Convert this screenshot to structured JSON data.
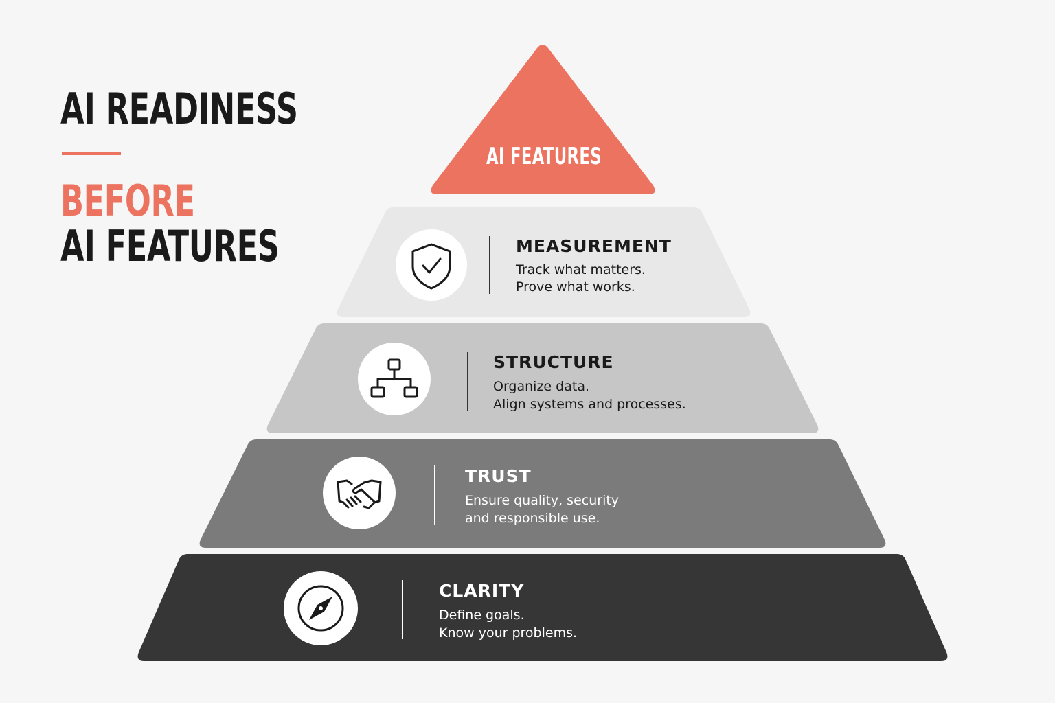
{
  "header": {
    "title": "AI READINESS",
    "subtitle_accent": "BEFORE",
    "subtitle_main": "AI FEATURES"
  },
  "apex": {
    "label": "AI FEATURES"
  },
  "tiers": [
    {
      "title": "MEASUREMENT",
      "lines": [
        "Track what matters.",
        "Prove what works."
      ],
      "icon": "shield-check-icon",
      "fill": "#e8e8e8",
      "text_color": "#1a1a1a",
      "rule_color": "#333333"
    },
    {
      "title": "STRUCTURE",
      "lines": [
        "Organize data.",
        "Align systems and processes."
      ],
      "icon": "hierarchy-icon",
      "fill": "#c6c6c6",
      "text_color": "#1a1a1a",
      "rule_color": "#333333"
    },
    {
      "title": "TRUST",
      "lines": [
        "Ensure quality, security",
        "and responsible use."
      ],
      "icon": "handshake-icon",
      "fill": "#7b7b7b",
      "text_color": "#ffffff",
      "rule_color": "#ffffff"
    },
    {
      "title": "CLARITY",
      "lines": [
        "Define goals.",
        "Know your problems."
      ],
      "icon": "compass-icon",
      "fill": "#363636",
      "text_color": "#ffffff",
      "rule_color": "#ffffff"
    }
  ],
  "colors": {
    "accent": "#ec735f",
    "dark_text": "#1a1a1a",
    "background": "#f6f6f6"
  }
}
